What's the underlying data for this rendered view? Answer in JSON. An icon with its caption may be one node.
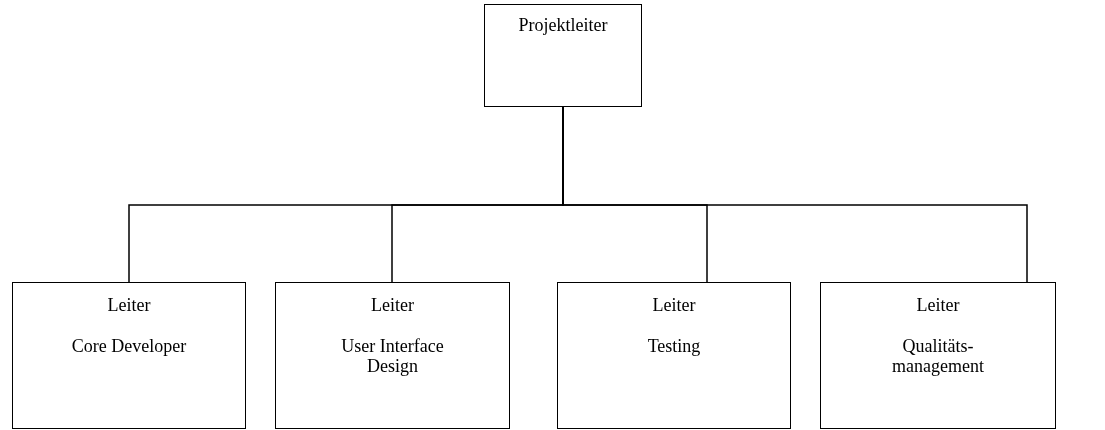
{
  "diagram": {
    "nodes": [
      {
        "text": [
          "Projektleiter"
        ]
      },
      {
        "text": [
          "Leiter",
          "Core Developer"
        ]
      },
      {
        "text": [
          "Leiter",
          "User Interface Design"
        ]
      },
      {
        "text": [
          "Leiter",
          "Testing"
        ]
      },
      {
        "text": [
          "Leiter",
          "Qualitäts- management"
        ]
      }
    ],
    "edges": [
      {
        "from": 0,
        "to": 1,
        "arrow": "none"
      },
      {
        "from": 0,
        "to": 2,
        "arrow": "none"
      },
      {
        "from": 0,
        "to": 3,
        "arrow": "none"
      },
      {
        "from": 0,
        "to": 4,
        "arrow": "none"
      }
    ]
  }
}
